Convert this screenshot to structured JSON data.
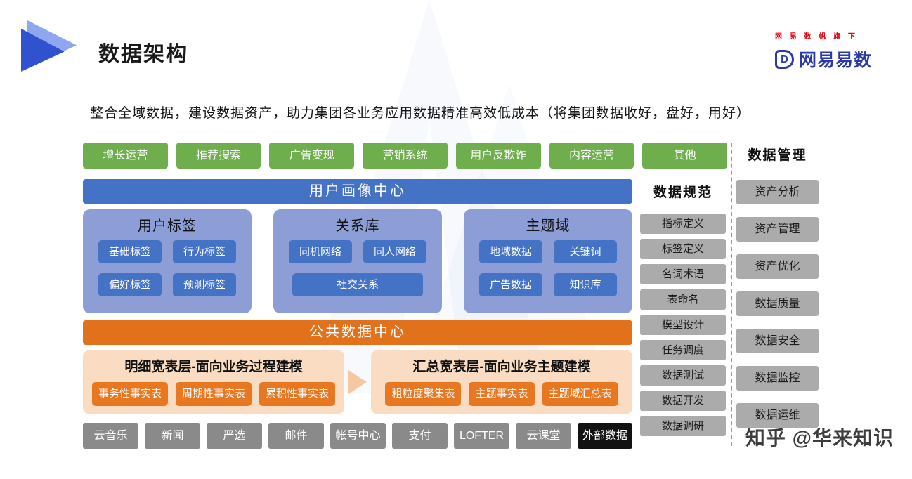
{
  "header": {
    "title": "数据架构",
    "subtitle": "整合全域数据，建设数据资产，助力集团各业务应用数据精准高效低成本（将集团数据收好，盘好，用好）",
    "brand": {
      "tagline": "网 易 数 帆 旗 下",
      "icon": "D",
      "name": "网易易数"
    }
  },
  "apps": [
    "增长运营",
    "推荐搜索",
    "广告变现",
    "营销系统",
    "用户反欺诈",
    "内容运营",
    "其他"
  ],
  "user_profile_center": {
    "title": "用户画像中心",
    "groups": [
      {
        "title": "用户标签",
        "items": [
          "基础标签",
          "行为标签",
          "偏好标签",
          "预测标签"
        ]
      },
      {
        "title": "关系库",
        "items": [
          "同机网络",
          "同人网络",
          "社交关系"
        ]
      },
      {
        "title": "主题域",
        "items": [
          "地域数据",
          "关键词",
          "广告数据",
          "知识库"
        ]
      }
    ]
  },
  "public_data_center": {
    "title": "公共数据中心",
    "groups": [
      {
        "title": "明细宽表层-面向业务过程建模",
        "items": [
          "事务性事实表",
          "周期性事实表",
          "累积性事实表"
        ]
      },
      {
        "title": "汇总宽表层-面向业务主题建模",
        "items": [
          "粗粒度聚集表",
          "主题事实表",
          "主题域汇总表"
        ]
      }
    ]
  },
  "data_standards": {
    "title": "数据规范",
    "items": [
      "指标定义",
      "标签定义",
      "名词术语",
      "表命名",
      "模型设计",
      "任务调度",
      "数据测试",
      "数据开发",
      "数据调研"
    ]
  },
  "data_management": {
    "title": "数据管理",
    "items": [
      "资产分析",
      "资产管理",
      "资产优化",
      "数据质量",
      "数据安全",
      "数据监控",
      "数据运维"
    ]
  },
  "data_sources": [
    "云音乐",
    "新闻",
    "严选",
    "邮件",
    "帐号中心",
    "支付",
    "LOFTER",
    "云课堂"
  ],
  "external_source": "外部数据",
  "watermark": "知乎 @华来知识",
  "colors": {
    "green": "#6FAE4D",
    "blue": "#4472C4",
    "light_blue": "#8D9ED6",
    "orange_banner": "#E2711C",
    "orange_chip": "#E87722",
    "light_orange": "#FADCC2",
    "gray_chip": "#8A8A8A",
    "gray_item": "#ABABAB",
    "black_chip": "#121212",
    "brand_blue": "#2A3AA8",
    "brand_red": "#E60012"
  }
}
